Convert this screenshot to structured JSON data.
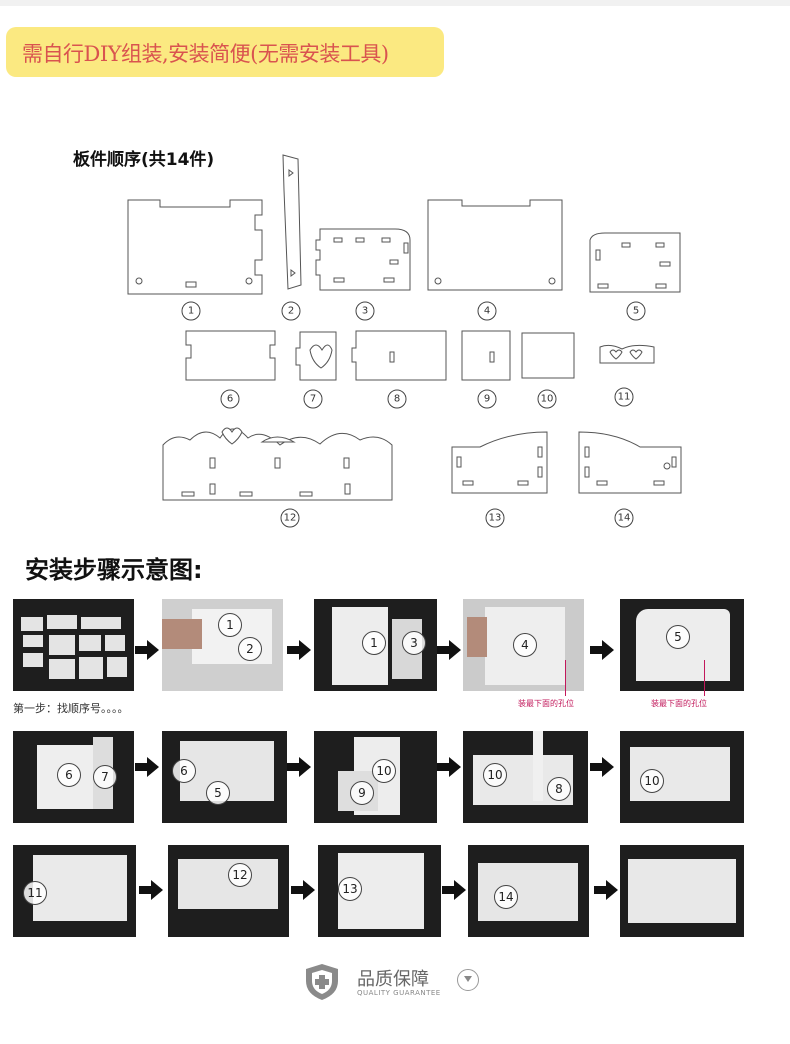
{
  "banner": {
    "text": "需自行DIY组装,安装简便(无需安装工具)"
  },
  "parts_heading": "板件顺序(共14件)",
  "parts": [
    {
      "number": "1"
    },
    {
      "number": "2"
    },
    {
      "number": "3"
    },
    {
      "number": "4"
    },
    {
      "number": "5"
    },
    {
      "number": "6"
    },
    {
      "number": "7"
    },
    {
      "number": "8"
    },
    {
      "number": "9"
    },
    {
      "number": "10"
    },
    {
      "number": "11"
    },
    {
      "number": "12"
    },
    {
      "number": "13"
    },
    {
      "number": "14"
    }
  ],
  "steps_heading": "安装步骤示意图:",
  "steps": {
    "row1": [
      {
        "badges": []
      },
      {
        "badges": [
          "1",
          "2"
        ]
      },
      {
        "badges": [
          "1",
          "3"
        ]
      },
      {
        "badges": [
          "4"
        ]
      },
      {
        "badges": [
          "5"
        ]
      }
    ],
    "row2": [
      {
        "badges": [
          "6",
          "7"
        ]
      },
      {
        "badges": [
          "6",
          "5"
        ]
      },
      {
        "badges": [
          "10",
          "9"
        ]
      },
      {
        "badges": [
          "10",
          "8"
        ]
      },
      {
        "badges": [
          "10"
        ]
      }
    ],
    "row3": [
      {
        "badges": [
          "11"
        ]
      },
      {
        "badges": [
          "12"
        ]
      },
      {
        "badges": [
          "13"
        ]
      },
      {
        "badges": [
          "14"
        ]
      },
      {
        "badges": []
      }
    ]
  },
  "step1_note": "第一步：找顺序号。。。。",
  "hole_note_1": "装最下面的孔位",
  "hole_note_2": "装最下面的孔位",
  "footer": {
    "title": "品质保障",
    "subtitle": "QUALITY GUARANTEE"
  },
  "colors": {
    "banner_bg": "#fbe981",
    "banner_text": "#d9534f",
    "note_accent": "#c2185b"
  }
}
